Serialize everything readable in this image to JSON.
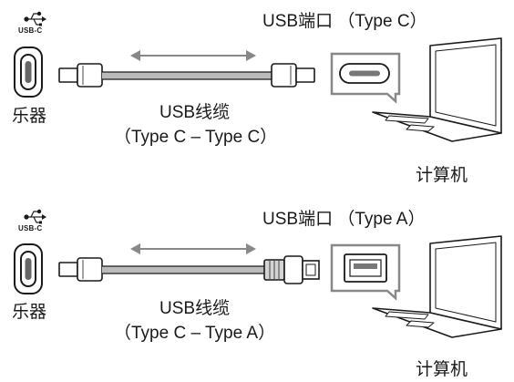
{
  "panels": [
    {
      "port_symbol_text": "USB-C",
      "port_label": "USB端口 （Type C）",
      "instrument_label": "乐器",
      "cable_label": "USB线缆",
      "cable_type": "（Type C – Type C）",
      "computer_label": "计算机"
    },
    {
      "port_symbol_text": "USB-C",
      "port_label": "USB端口 （Type A）",
      "instrument_label": "乐器",
      "cable_label": "USB线缆",
      "cable_type": "（Type C – Type A）",
      "computer_label": "计算机"
    }
  ],
  "icons": [
    "usb-symbol-icon",
    "usb-c-port-icon",
    "double-arrow-icon",
    "usb-c-plug-icon",
    "usb-a-plug-icon",
    "usb-c-socket-icon",
    "usb-a-socket-icon",
    "laptop-icon"
  ]
}
